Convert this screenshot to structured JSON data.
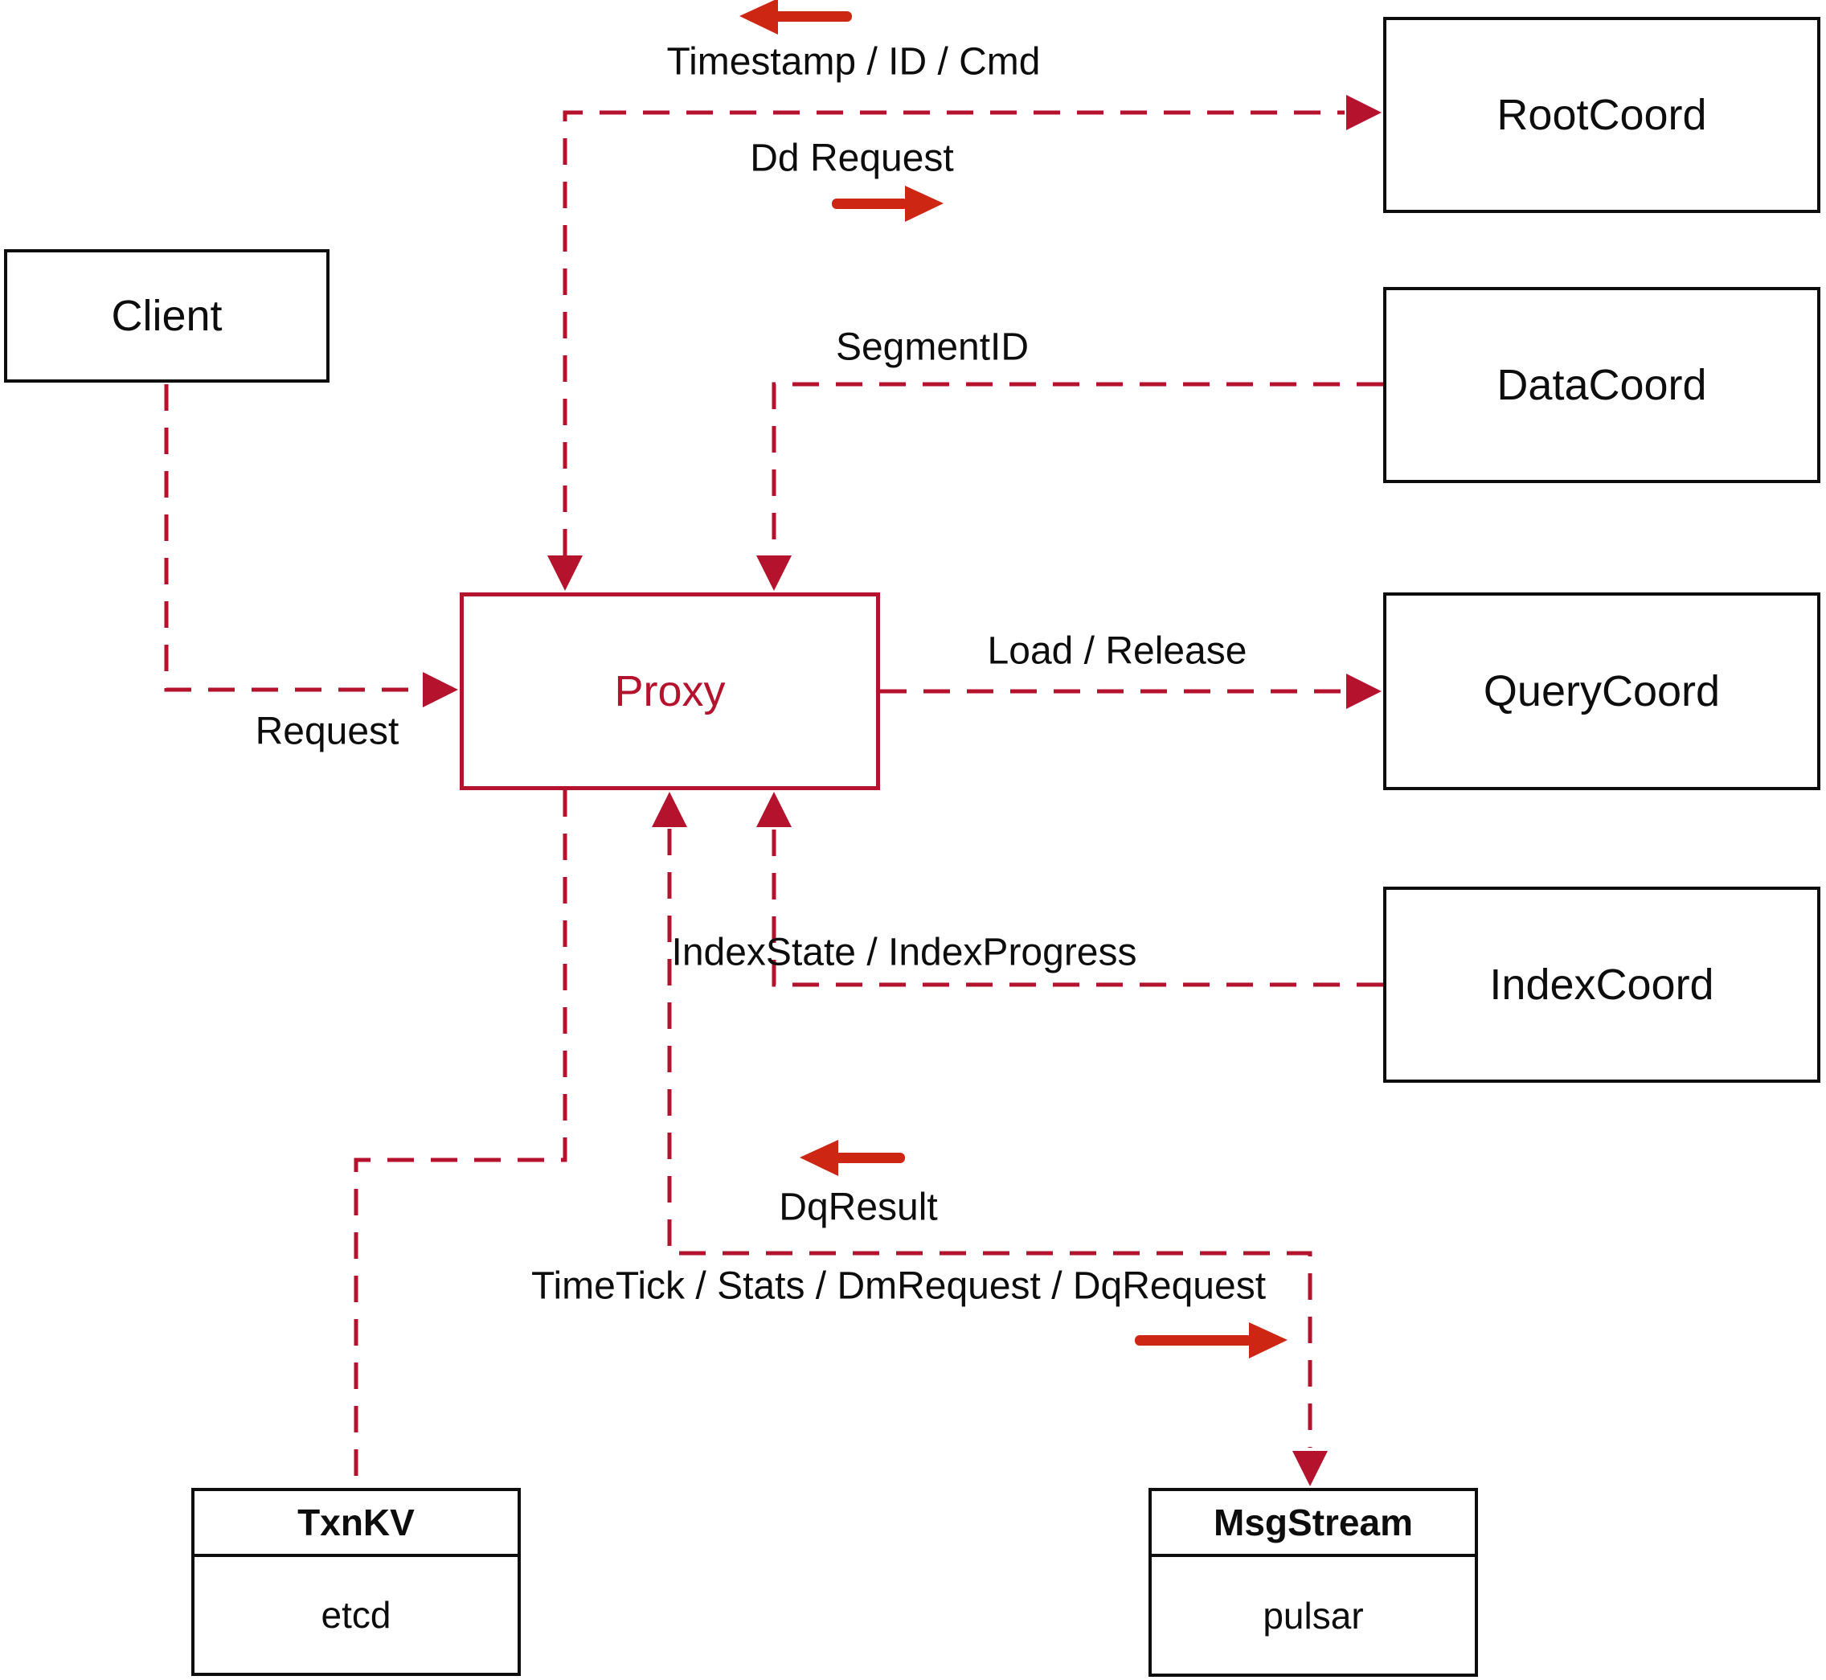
{
  "diagram": {
    "title": "Milvus Proxy interaction diagram",
    "nodes": {
      "client": {
        "label": "Client"
      },
      "proxy": {
        "label": "Proxy"
      },
      "rootcoord": {
        "label": "RootCoord"
      },
      "datacoord": {
        "label": "DataCoord"
      },
      "querycoord": {
        "label": "QueryCoord"
      },
      "indexcoord": {
        "label": "IndexCoord"
      },
      "txnkv": {
        "title": "TxnKV",
        "impl": "etcd"
      },
      "msgstream": {
        "title": "MsgStream",
        "impl": "pulsar"
      }
    },
    "edge_labels": {
      "timestamp": "Timestamp / ID / Cmd",
      "dd_request": "Dd Request",
      "segment_id": "SegmentID",
      "load_release": "Load / Release",
      "index_state": "IndexState / IndexProgress",
      "request": "Request",
      "dq_result": "DqResult",
      "timetick": "TimeTick / Stats / DmRequest / DqRequest"
    },
    "edges": [
      {
        "from": "Client",
        "to": "Proxy",
        "label": "Request",
        "direction": "one-way"
      },
      {
        "from": "Proxy",
        "to": "RootCoord",
        "label_forward": "Dd Request",
        "label_back": "Timestamp / ID / Cmd",
        "direction": "bidirectional"
      },
      {
        "from": "DataCoord",
        "to": "Proxy",
        "label": "SegmentID",
        "direction": "one-way"
      },
      {
        "from": "Proxy",
        "to": "QueryCoord",
        "label": "Load / Release",
        "direction": "one-way"
      },
      {
        "from": "IndexCoord",
        "to": "Proxy",
        "label": "IndexState / IndexProgress",
        "direction": "one-way"
      },
      {
        "from": "Proxy",
        "to": "TxnKV",
        "label": "",
        "direction": "plain"
      },
      {
        "from": "Proxy",
        "to": "MsgStream",
        "label_forward": "TimeTick / Stats / DmRequest / DqRequest",
        "label_back": "DqResult",
        "direction": "bidirectional"
      }
    ],
    "colors": {
      "line": "#b5122d",
      "arrow": "#cd2713",
      "ink": "#0d0d0d",
      "background": "#ffffff"
    }
  }
}
